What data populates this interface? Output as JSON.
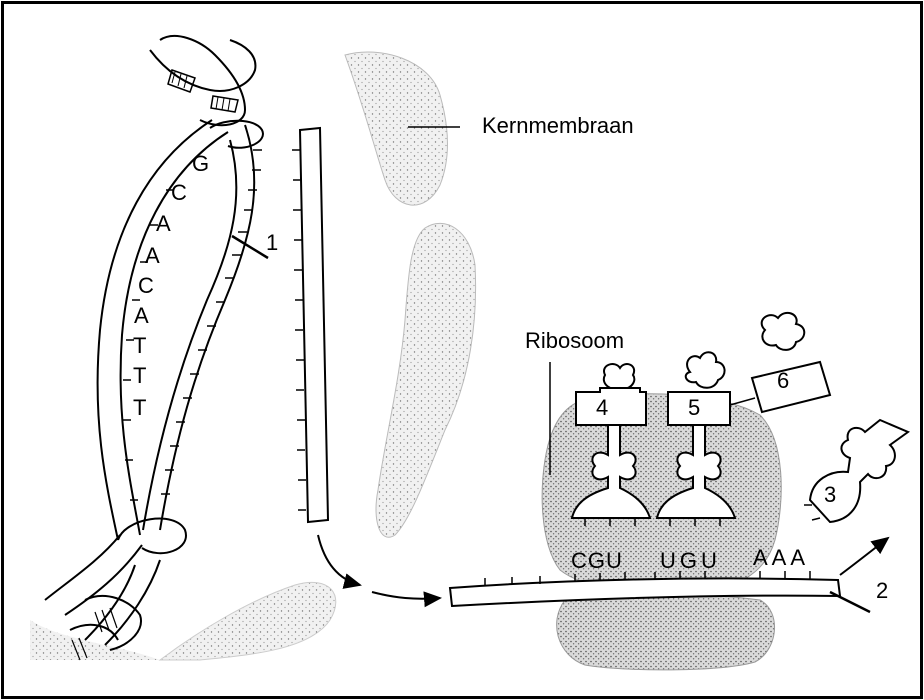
{
  "labels": {
    "kernmembraan": "Kernmembraan",
    "ribosoom": "Ribosoom",
    "n1": "1",
    "n2": "2",
    "n3": "3",
    "n4": "4",
    "n5": "5",
    "n6": "6"
  },
  "dna_bases": [
    "G",
    "C",
    "A",
    "A",
    "C",
    "A",
    "T",
    "T",
    "T"
  ],
  "codons": [
    "CGU",
    "UGU",
    "AAA"
  ]
}
